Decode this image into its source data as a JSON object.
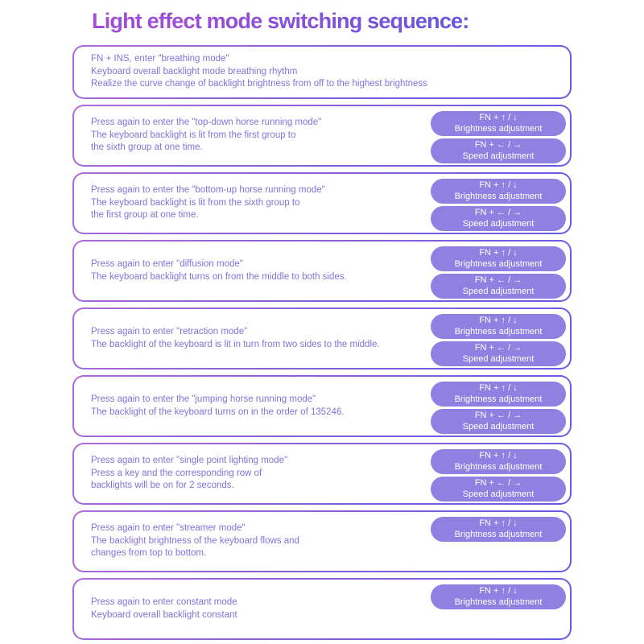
{
  "title": {
    "part1": "Light effect mode",
    "part2": " switching sequence:"
  },
  "colors": {
    "title_gradient_start": "#9b4cd6",
    "title_gradient_end": "#6356e0",
    "card_border_gradient_start": "#b06bd8",
    "card_border_gradient_end": "#665ae8",
    "body_text": "#8173da",
    "pill_background": "#8f80e2",
    "pill_text": "#ffffff",
    "page_background": "#ffffff"
  },
  "pills": {
    "brightness": {
      "keys": "FN + ↑ / ↓",
      "label": "Brightness adjustment"
    },
    "speed": {
      "keys": "FN + ← / →",
      "label": "Speed adjustment"
    }
  },
  "cards": [
    {
      "lines": [
        "FN + INS, enter \"breathing mode\"",
        "Keyboard overall backlight mode breathing rhythm",
        "Realize the curve change of backlight brightness from off to the highest brightness"
      ],
      "pills": []
    },
    {
      "lines": [
        "Press again to enter the \"top-down horse running mode\"",
        "The keyboard backlight is lit from the first group to",
        "the sixth group at one time."
      ],
      "pills": [
        "brightness",
        "speed"
      ]
    },
    {
      "lines": [
        "Press again to enter the \"bottom-up horse running mode\"",
        "The keyboard backlight is lit from the sixth group to",
        "the first group at one time."
      ],
      "pills": [
        "brightness",
        "speed"
      ]
    },
    {
      "lines": [
        "Press again to enter \"diffusion mode\"",
        "The keyboard backlight turns on from the middle to both sides."
      ],
      "pills": [
        "brightness",
        "speed"
      ]
    },
    {
      "lines": [
        "Press again to enter \"retraction mode\"",
        "The backlight of the keyboard is lit in turn from two sides to the middle."
      ],
      "pills": [
        "brightness",
        "speed"
      ]
    },
    {
      "lines": [
        "Press again to enter the \"jumping horse running mode\"",
        "The backlight of the keyboard turns on in the order of 135246."
      ],
      "pills": [
        "brightness",
        "speed"
      ]
    },
    {
      "lines": [
        "Press again to enter \"single point lighting mode\"",
        "Press a key and the corresponding row of",
        "backlights will be on for 2 seconds."
      ],
      "pills": [
        "brightness",
        "speed"
      ]
    },
    {
      "lines": [
        "Press again to enter \"streamer mode\"",
        "The backlight brightness of the keyboard flows and",
        "changes from top to bottom."
      ],
      "pills": [
        "brightness"
      ]
    },
    {
      "lines": [
        "Press again to enter constant mode",
        "Keyboard overall backlight constant"
      ],
      "pills": [
        "brightness"
      ]
    }
  ]
}
